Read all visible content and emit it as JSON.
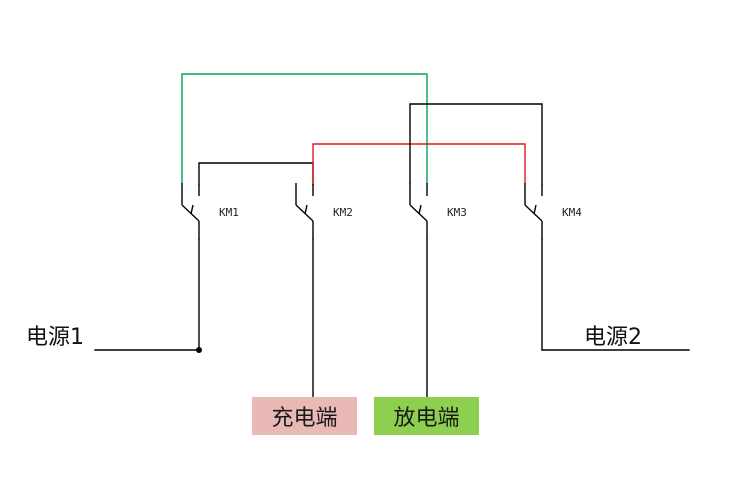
{
  "switches": [
    {
      "label": "KM1"
    },
    {
      "label": "KM2"
    },
    {
      "label": "KM3"
    },
    {
      "label": "KM4"
    }
  ],
  "sources": [
    {
      "label": "电源1"
    },
    {
      "label": "电源2"
    }
  ],
  "terminals": {
    "charge": {
      "label": "充电端",
      "color": "#e8b9b5"
    },
    "discharge": {
      "label": "放电端",
      "color": "#8dcf4e"
    }
  },
  "wire_colors": {
    "green": "#00a651",
    "red": "#e0191f",
    "black": "#000000"
  }
}
